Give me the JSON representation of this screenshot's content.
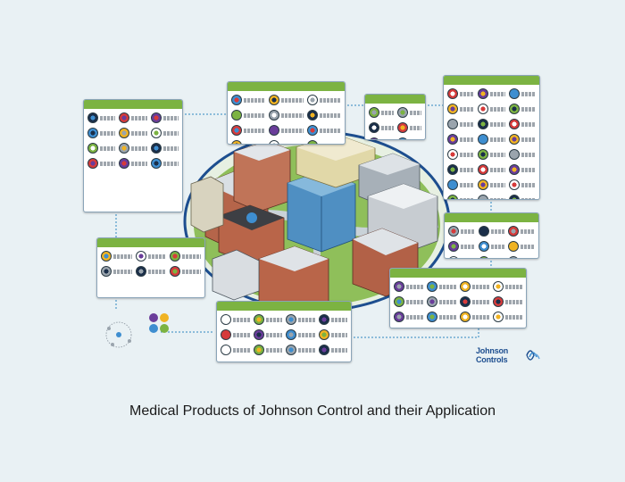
{
  "figure": {
    "caption": "Medical Products of Johnson Control and their Application",
    "logo_line1": "Johnson",
    "logo_line2": "Controls"
  },
  "colors": {
    "background": "#e9f1f4",
    "panel_header": "#7cb342",
    "panel_border": "#8aa4b8",
    "connector": "#2e86c1",
    "campus_ring": "#1d4e8f",
    "lawn": "#79b045",
    "brand_blue": "#1d4e8f",
    "icon_fills": [
      "#1b2f4a",
      "#3e8ed0",
      "#7cb342",
      "#d63b3b",
      "#f0b323",
      "#9aa4ad",
      "#6a3d9a",
      "#ffffff"
    ]
  },
  "panels": [
    {
      "id": "door-access",
      "items": 12,
      "cols": 3
    },
    {
      "id": "nurse-call",
      "items": 12,
      "cols": 3
    },
    {
      "id": "monitoring",
      "items": 6,
      "cols": 2
    },
    {
      "id": "building-systems",
      "items": 24,
      "cols": 3
    },
    {
      "id": "left-middle",
      "items": 6,
      "cols": 3
    },
    {
      "id": "right-middle",
      "items": 9,
      "cols": 3
    },
    {
      "id": "security",
      "items": 12,
      "cols": 4
    },
    {
      "id": "bottom-center",
      "items": 12,
      "cols": 4
    }
  ]
}
